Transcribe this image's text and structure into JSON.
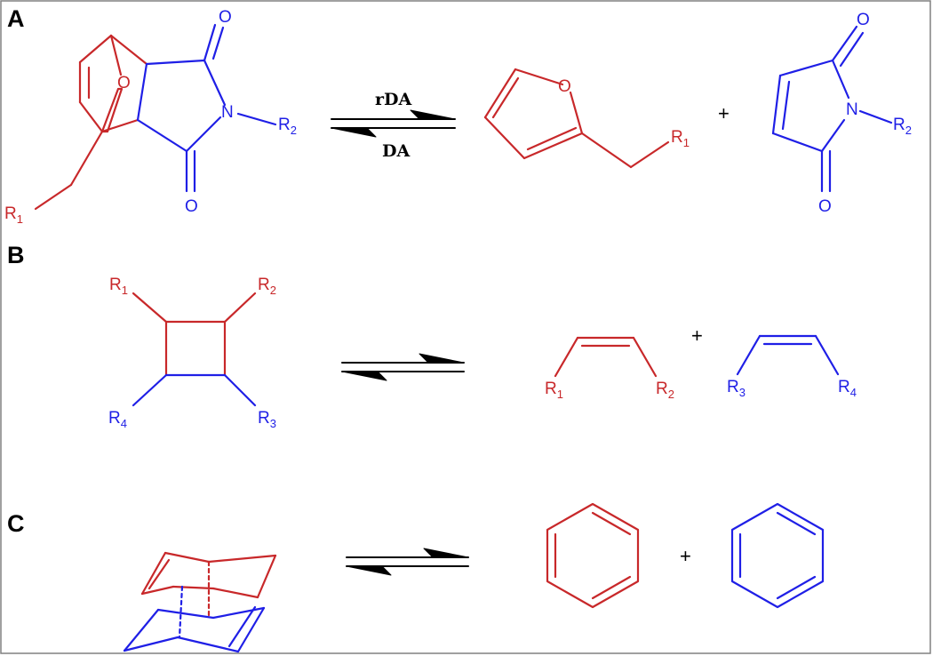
{
  "panels": {
    "a": "A",
    "b": "B",
    "c": "C"
  },
  "reaction": {
    "forward": "rDA",
    "reverse": "DA"
  },
  "plus": "+",
  "atoms": {
    "oxygen": "O",
    "nitrogen": "N",
    "r": "R"
  },
  "subscripts": {
    "one": "1",
    "two": "2",
    "three": "3",
    "four": "4"
  },
  "colors": {
    "red": "#c8282a",
    "blue": "#1f1fe6",
    "border": "#808080"
  }
}
